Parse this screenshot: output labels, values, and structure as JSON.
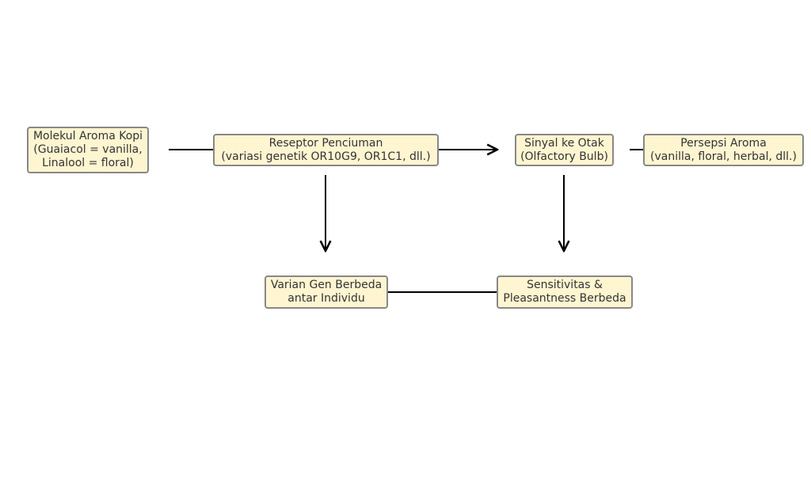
{
  "diagram": {
    "nodes": {
      "molecule": [
        "Molekul Aroma Kopi",
        "(Guaiacol = vanilla,",
        "Linalool = floral)"
      ],
      "receptor": [
        "Reseptor Penciuman",
        "(variasi genetik OR10G9, OR1C1, dll.)"
      ],
      "signal": [
        "Sinyal ke Otak",
        "(Olfactory Bulb)"
      ],
      "perception": [
        "Persepsi Aroma",
        "(vanilla, floral, herbal, dll.)"
      ],
      "gene_variant": [
        "Varian Gen Berbeda",
        "antar Individu"
      ],
      "sensitivity": [
        "Sensitivitas &",
        "Pleasantness Berbeda"
      ]
    },
    "edges": [
      {
        "from": "molecule",
        "to": "receptor",
        "arrow": false
      },
      {
        "from": "receptor",
        "to": "signal",
        "arrow": true
      },
      {
        "from": "signal",
        "to": "perception",
        "arrow": false
      },
      {
        "from": "receptor",
        "to": "gene_variant",
        "arrow": true
      },
      {
        "from": "signal",
        "to": "sensitivity",
        "arrow": true
      },
      {
        "from": "gene_variant",
        "to": "sensitivity",
        "arrow": false
      }
    ],
    "colors": {
      "node_fill": "#fff5d1",
      "node_border": "#888888",
      "text": "#333333",
      "edge": "#000000"
    }
  }
}
